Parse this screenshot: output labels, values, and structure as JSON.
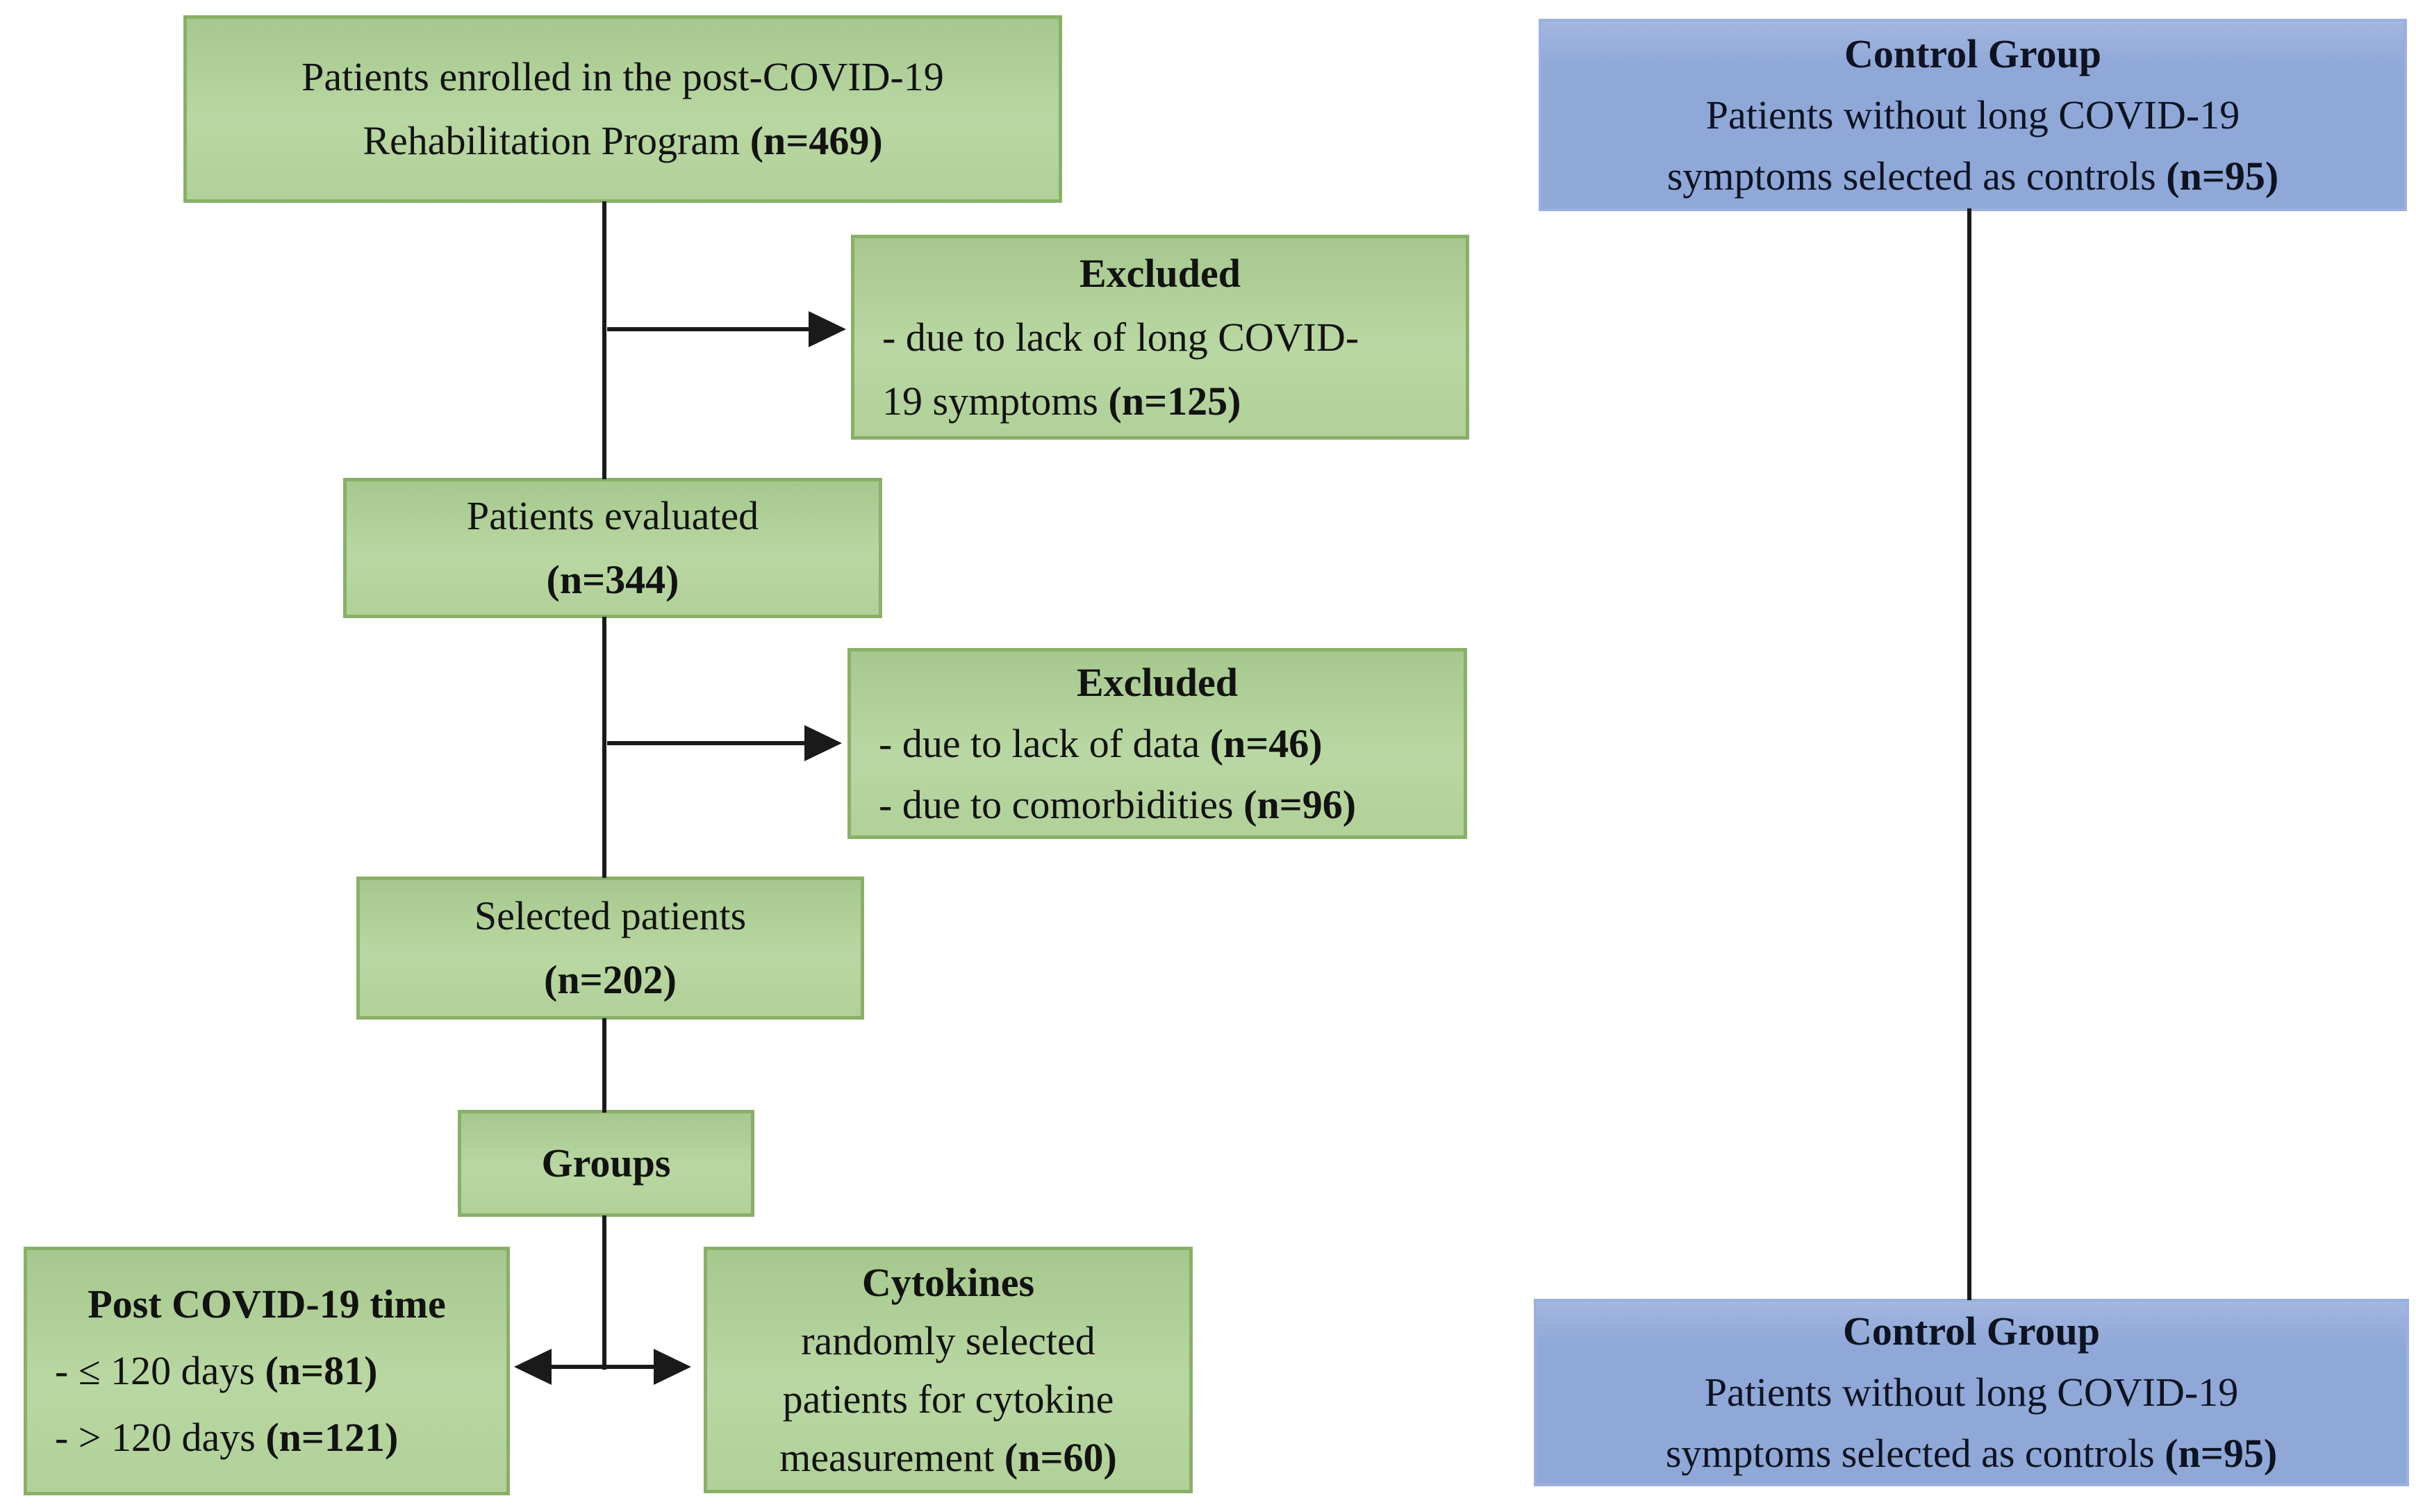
{
  "figure": {
    "type": "patient-enrollment-flowchart",
    "background": "#ffffff"
  },
  "colors": {
    "green_fill_top": "#a6c88e",
    "green_fill_bottom": "#b9d7a2",
    "green_border": "#89b067",
    "blue_fill": "#8fa8d8",
    "blue_border": "#9bb0dd",
    "connector_line": "#1a1a1a",
    "text": "#121212"
  },
  "boxes": {
    "enrolled": {
      "lines": [
        {
          "seg": [
            {
              "t": "Patients enrolled in the post-COVID-19"
            }
          ]
        },
        {
          "seg": [
            {
              "t": "Rehabilitation Program "
            },
            {
              "t": "(n=469)",
              "b": true
            }
          ]
        }
      ]
    },
    "control_top": {
      "lines": [
        {
          "seg": [
            {
              "t": "Control Group",
              "b": true
            }
          ]
        },
        {
          "seg": [
            {
              "t": "Patients without long COVID-19"
            }
          ]
        },
        {
          "seg": [
            {
              "t": "symptoms selected as controls "
            },
            {
              "t": "(n=95)",
              "b": true
            }
          ]
        }
      ]
    },
    "excluded_1": {
      "lines": [
        {
          "seg": [
            {
              "t": "Excluded",
              "b": true
            }
          ]
        },
        {
          "align": "left",
          "seg": [
            {
              "t": "- due to lack of long COVID-"
            }
          ]
        },
        {
          "align": "left",
          "seg": [
            {
              "t": "19 symptoms "
            },
            {
              "t": "(n=125)",
              "b": true
            }
          ]
        }
      ]
    },
    "evaluated": {
      "lines": [
        {
          "seg": [
            {
              "t": "Patients evaluated"
            }
          ]
        },
        {
          "seg": [
            {
              "t": "(n=344)",
              "b": true
            }
          ]
        }
      ]
    },
    "excluded_2": {
      "lines": [
        {
          "seg": [
            {
              "t": "Excluded",
              "b": true
            }
          ]
        },
        {
          "align": "left",
          "seg": [
            {
              "t": "- due to lack of data "
            },
            {
              "t": "(n=46)",
              "b": true
            }
          ]
        },
        {
          "align": "left",
          "seg": [
            {
              "t": "- due to comorbidities "
            },
            {
              "t": "(n=96)",
              "b": true
            }
          ]
        }
      ]
    },
    "selected": {
      "lines": [
        {
          "seg": [
            {
              "t": "Selected patients"
            }
          ]
        },
        {
          "seg": [
            {
              "t": "(n=202)",
              "b": true
            }
          ]
        }
      ]
    },
    "groups": {
      "lines": [
        {
          "seg": [
            {
              "t": "Groups",
              "b": true
            }
          ]
        }
      ]
    },
    "post_time": {
      "lines": [
        {
          "seg": [
            {
              "t": "Post COVID-19 time",
              "b": true
            }
          ]
        },
        {
          "align": "left",
          "seg": [
            {
              "t": "- ≤ 120 days "
            },
            {
              "t": "(n=81)",
              "b": true
            }
          ]
        },
        {
          "align": "left",
          "seg": [
            {
              "t": "- > 120 days "
            },
            {
              "t": "(n=121)",
              "b": true
            }
          ]
        }
      ]
    },
    "cytokines": {
      "lines": [
        {
          "seg": [
            {
              "t": "Cytokines",
              "b": true
            }
          ]
        },
        {
          "seg": [
            {
              "t": "randomly selected"
            }
          ]
        },
        {
          "seg": [
            {
              "t": "patients for cytokine"
            }
          ]
        },
        {
          "seg": [
            {
              "t": "measurement "
            },
            {
              "t": "(n=60)",
              "b": true
            }
          ]
        }
      ]
    },
    "control_bottom": {
      "lines": [
        {
          "seg": [
            {
              "t": "Control Group",
              "b": true
            }
          ]
        },
        {
          "seg": [
            {
              "t": "Patients without long COVID-19"
            }
          ]
        },
        {
          "seg": [
            {
              "t": "symptoms selected as controls "
            },
            {
              "t": "(n=95)",
              "b": true
            }
          ]
        }
      ]
    }
  }
}
